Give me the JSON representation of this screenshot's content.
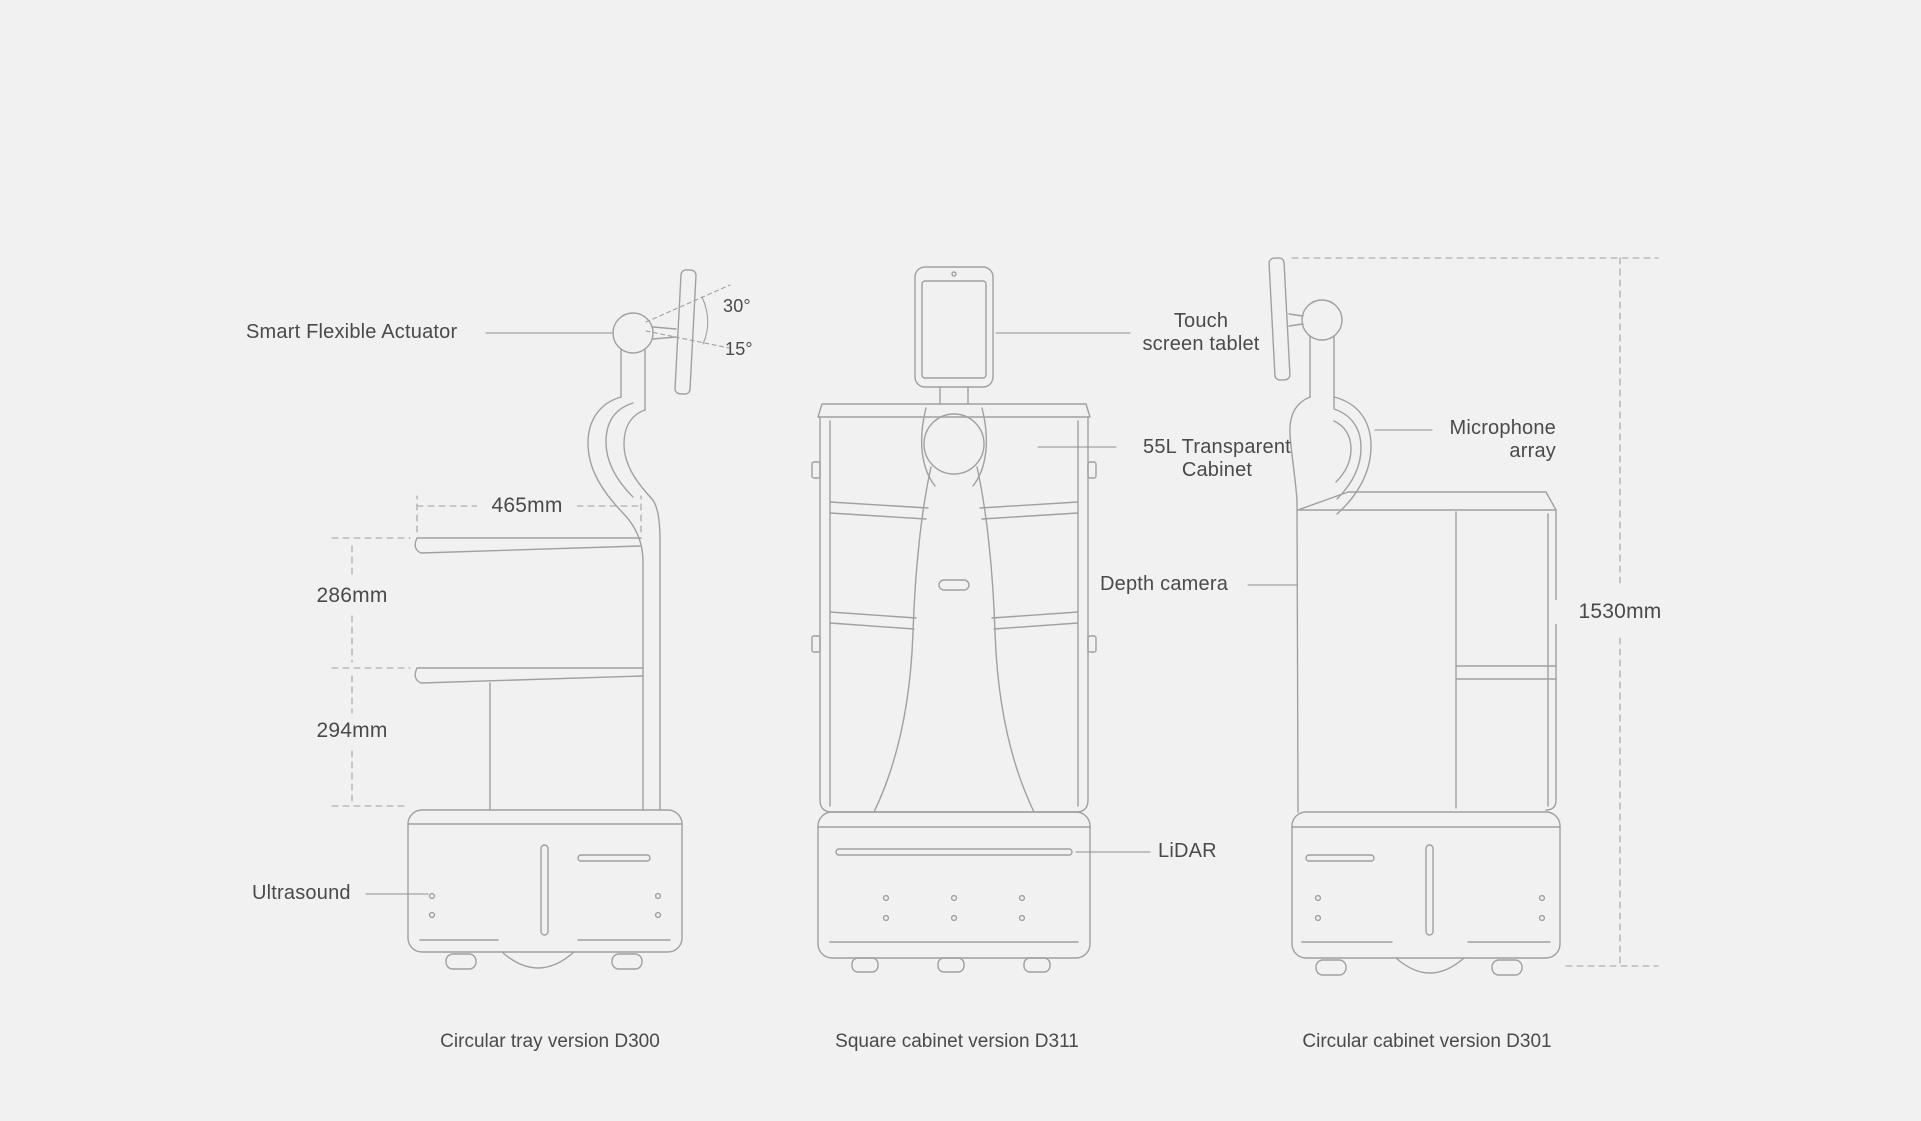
{
  "colors": {
    "background": "#f1f1f2",
    "line": "#9fa0a2",
    "leader": "#8e8f91",
    "text": "#4a4a4c"
  },
  "annotations": {
    "smart_flexible_actuator": "Smart Flexible Actuator",
    "tilt_up_angle": "30°",
    "tilt_down_angle": "15°",
    "tray_width": "465mm",
    "tray_gap_upper": "286mm",
    "tray_gap_lower": "294mm",
    "ultrasound": "Ultrasound",
    "touch_screen_tablet": [
      "Touch",
      "screen tablet"
    ],
    "transparent_cabinet": [
      "55L Transparent",
      "Cabinet"
    ],
    "depth_camera": "Depth camera",
    "lidar": "LiDAR",
    "microphone_array": [
      "Microphone",
      "array"
    ],
    "overall_height": "1530mm"
  },
  "captions": {
    "d300": "Circular tray version D300",
    "d311": "Square cabinet version D311",
    "d301": "Circular cabinet version D301"
  }
}
